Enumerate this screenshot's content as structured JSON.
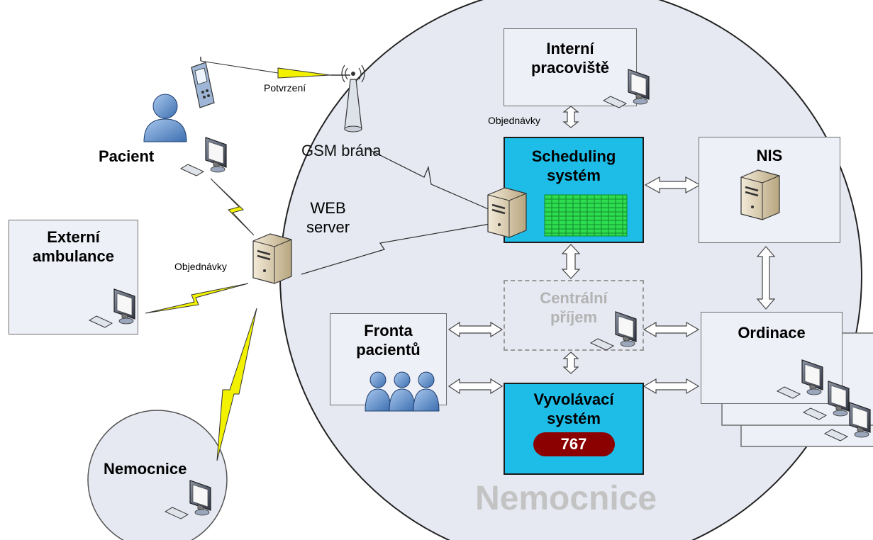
{
  "nodes": {
    "interni": {
      "line1": "Interní",
      "line2": "pracoviště"
    },
    "scheduling": {
      "line1": "Scheduling",
      "line2": "systém"
    },
    "nis": {
      "label": "NIS"
    },
    "centralni": {
      "line1": "Centrální",
      "line2": "příjem"
    },
    "fronta": {
      "line1": "Fronta",
      "line2": "pacientů"
    },
    "vyvolavaci": {
      "line1": "Vyvolávací",
      "line2": "systém",
      "counter": "767"
    },
    "ordinace": {
      "label": "Ordinace"
    },
    "externi": {
      "line1": "Externí",
      "line2": "ambulance"
    },
    "nemocnice_small": {
      "label": "Nemocnice"
    },
    "nemocnice_big": {
      "label": "Nemocnice"
    },
    "pacient": {
      "label": "Pacient"
    },
    "gsm": {
      "label": "GSM brána"
    },
    "web": {
      "line1": "WEB",
      "line2": "server"
    }
  },
  "edge_labels": {
    "potvrzeni": "Potvrzení",
    "objednavky_top": "Objednávky",
    "objednavky_left": "Objednávky"
  },
  "colors": {
    "cyan": "#1ebde8",
    "gray_box": "#eef0f7",
    "hospital_circle": "#e6e9f2",
    "lightning": "#f2f200",
    "counter": "#8b0000",
    "grid": "#2ddc4f"
  }
}
